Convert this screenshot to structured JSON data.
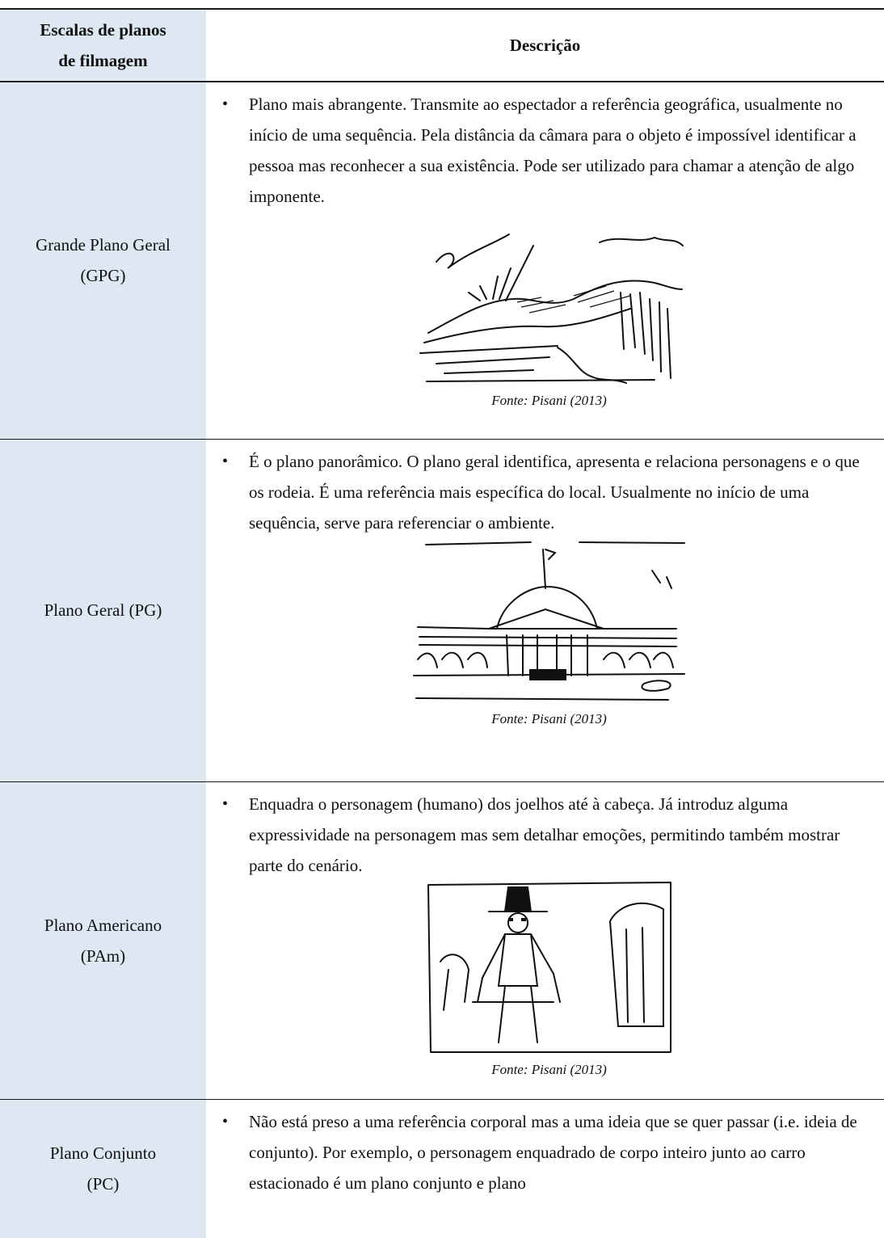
{
  "table": {
    "header": {
      "col1": [
        "Escalas de planos",
        "de filmagem"
      ],
      "col2": "Descrição"
    },
    "rows": [
      {
        "label": [
          "Grande Plano Geral",
          "(GPG)"
        ],
        "description": "Plano mais abrangente. Transmite ao espectador a referência geográfica, usualmente no início de uma sequência. Pela distância da câmara para o objeto é impossível identificar a pessoa mas reconhecer a sua existência. Pode ser utilizado para chamar a atenção de algo imponente.",
        "caption": "Fonte: Pisani (2013)",
        "figure": "landscape-sketch"
      },
      {
        "label": [
          "Plano Geral (PG)"
        ],
        "description": "É o plano panorâmico. O plano geral identifica, apresenta e relaciona personagens e o que os rodeia. É uma referência mais específica do local. Usualmente no início de uma sequência, serve para referenciar o ambiente.",
        "caption": "Fonte: Pisani (2013)",
        "figure": "building-sketch"
      },
      {
        "label": [
          "Plano Americano",
          "(PAm)"
        ],
        "description": "Enquadra o personagem (humano) dos joelhos até à cabeça. Já introduz alguma expressividade na personagem mas sem detalhar emoções, permitindo também mostrar parte do cenário.",
        "caption": "Fonte: Pisani (2013)",
        "figure": "cowboy-sketch"
      },
      {
        "label": [
          "Plano Conjunto",
          "(PC)"
        ],
        "description": "Não está preso a uma referência corporal mas a uma ideia que se quer passar (i.e. ideia de conjunto). Por exemplo, o personagem enquadrado de corpo inteiro junto ao carro estacionado é um plano conjunto e plano"
      }
    ]
  }
}
